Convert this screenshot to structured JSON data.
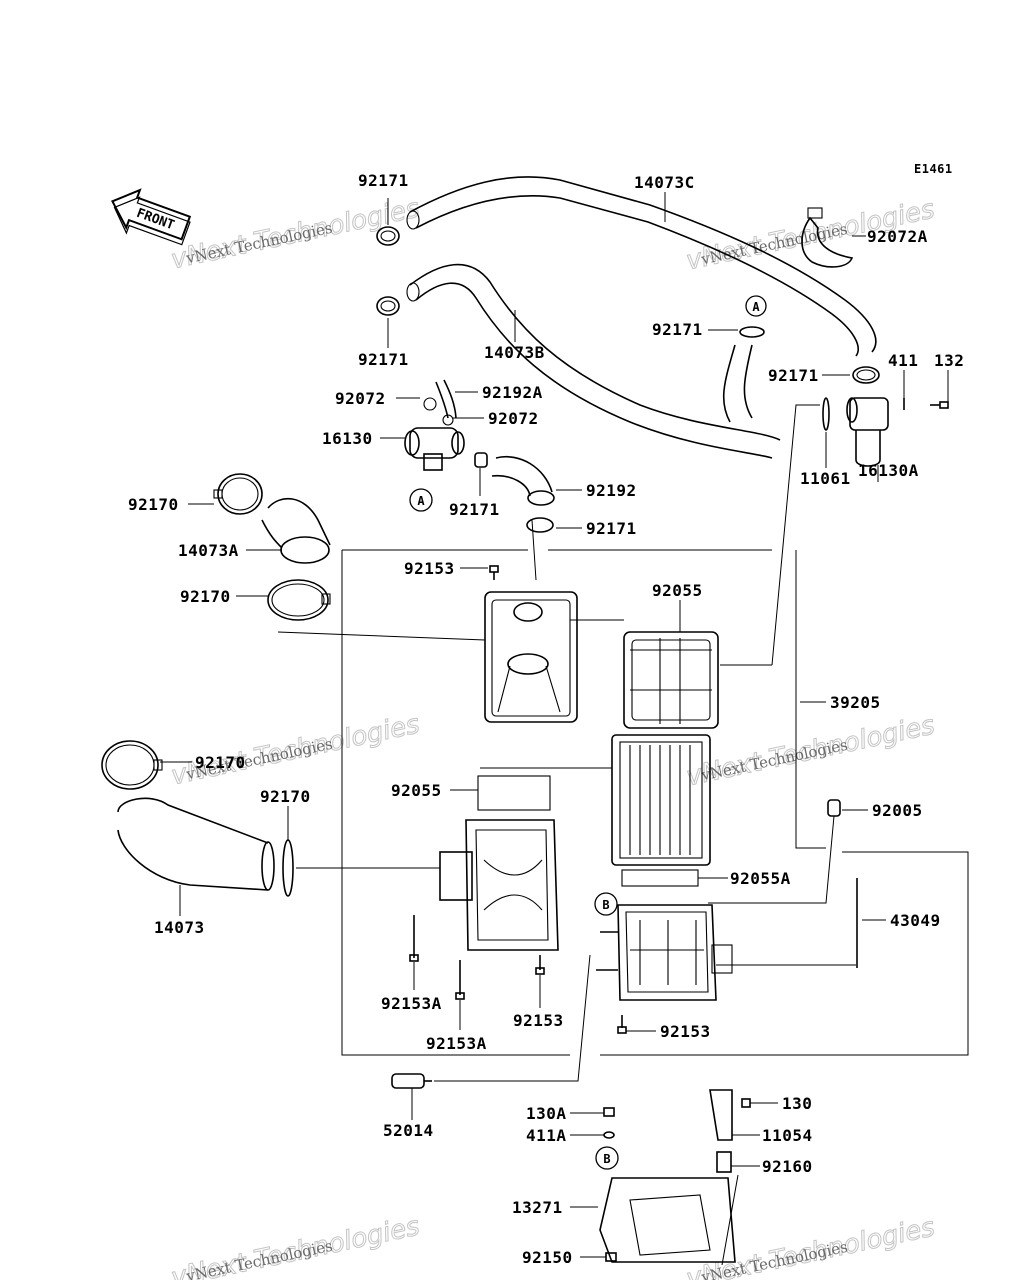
{
  "diagram_code": "E1461",
  "front_marker": "FRONT",
  "watermark_big": "vNext Technologies",
  "watermark_small": "vNext Technologies",
  "ref_a": "A",
  "ref_b": "B",
  "labels": {
    "p92171_a": "92171",
    "p14073c": "14073C",
    "p92072a": "92072A",
    "p92171_b": "92171",
    "p14073b": "14073B",
    "p92171_c": "92171",
    "p92171_d": "92171",
    "p411": "411",
    "p132": "132",
    "p92072_a": "92072",
    "p92192a": "92192A",
    "p92072_b": "92072",
    "p16130": "16130",
    "p11061": "11061",
    "p16130a": "16130A",
    "p92170_a": "92170",
    "p92171_e": "92171",
    "p92192": "92192",
    "p14073a": "14073A",
    "p92171_f": "92171",
    "p92153_a": "92153",
    "p92055_a": "92055",
    "p92170_b": "92170",
    "p39205": "39205",
    "p92170_c": "92170",
    "p92170_d": "92170",
    "p92055_b": "92055",
    "p92005": "92005",
    "p92055a": "92055A",
    "p14073": "14073",
    "p43049": "43049",
    "p92153a_a": "92153A",
    "p92153_b": "92153",
    "p92153a_b": "92153A",
    "p92153_c": "92153",
    "p52014": "52014",
    "p130a": "130A",
    "p130": "130",
    "p411a": "411A",
    "p11054": "11054",
    "p92160": "92160",
    "p13271": "13271",
    "p92150": "92150"
  }
}
